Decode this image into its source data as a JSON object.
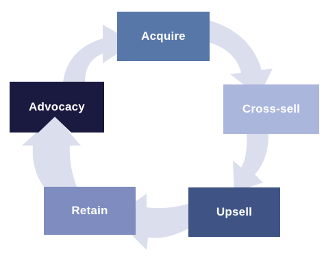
{
  "diagram": {
    "type": "cycle",
    "colors": {
      "arrow": "#dadeed",
      "acquire": "#5877a9",
      "crosssell": "#abb6dd",
      "upsell": "#3f5485",
      "retain": "#7f8cc0",
      "advocacy": "#1a1940"
    },
    "nodes": {
      "acquire": "Acquire",
      "crosssell": "Cross-sell",
      "upsell": "Upsell",
      "retain": "Retain",
      "advocacy": "Advocacy"
    },
    "flow": [
      "Acquire",
      "Cross-sell",
      "Upsell",
      "Retain",
      "Advocacy"
    ]
  }
}
